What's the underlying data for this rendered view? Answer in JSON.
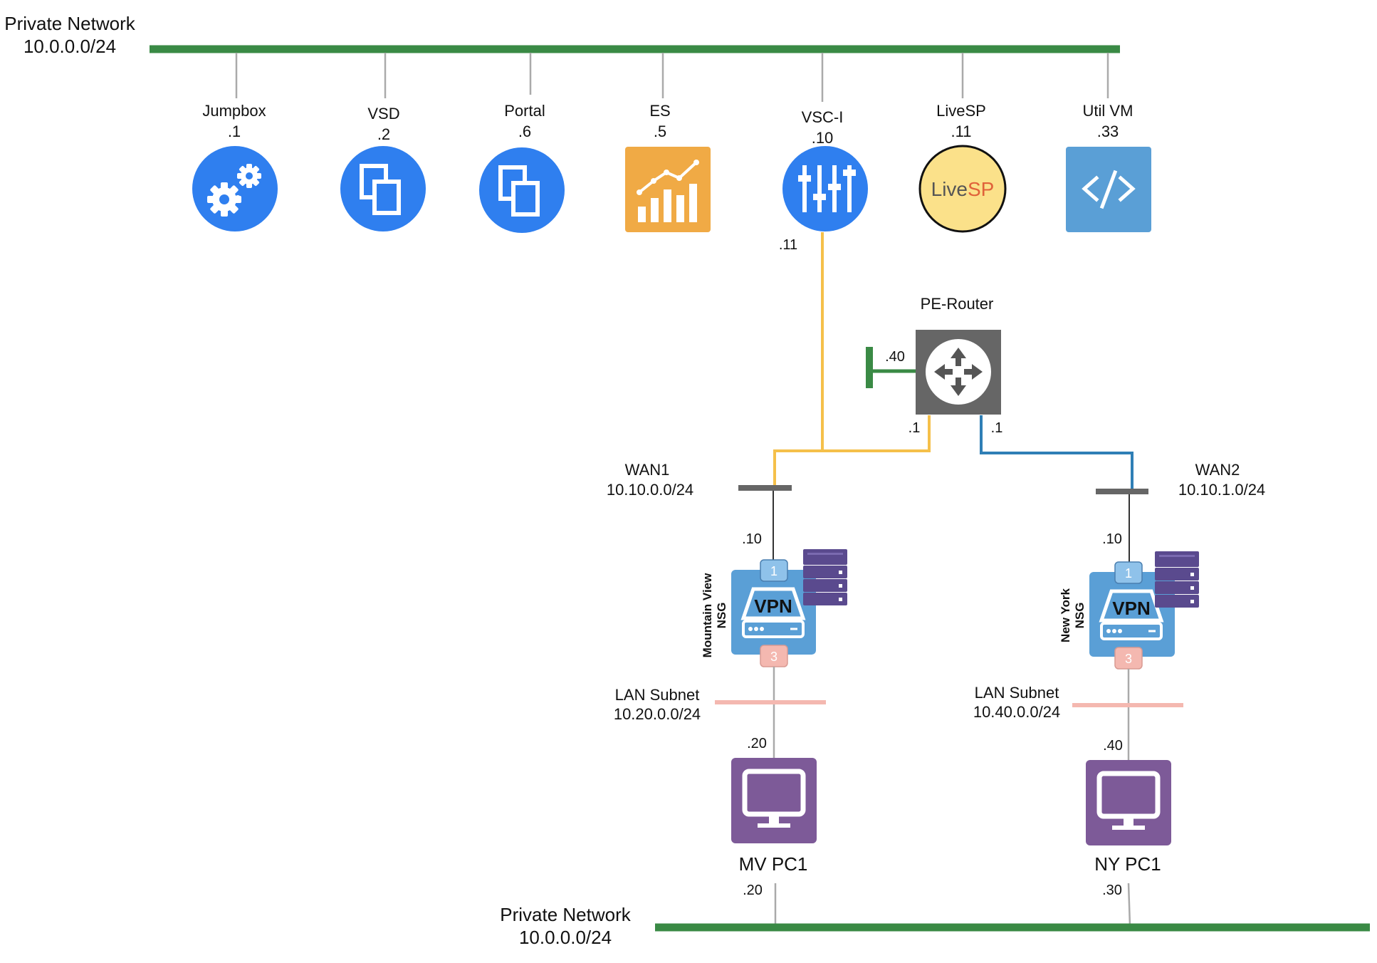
{
  "colors": {
    "private_network": "#3a8a45",
    "vsc_link": "#f5c04a",
    "wan2_link": "#2f7fb6",
    "lan_subnet": "#f4b8b0",
    "wan_bar": "#666666",
    "node_blue": "#2f7fef",
    "es_orange": "#f0aa45",
    "livesp_yellow": "#fbe18a",
    "util_blue": "#5a9fd6",
    "router_gray": "#666666",
    "nsg_blue": "#5a9fd6",
    "server_purple": "#5a4a8e",
    "pc_purple": "#7d5a98"
  },
  "top_network": {
    "name": "Private Network",
    "cidr": "10.0.0.0/24"
  },
  "bottom_network": {
    "name": "Private Network",
    "cidr": "10.0.0.0/24"
  },
  "nodes": [
    {
      "name": "Jumpbox",
      "ip": ".1",
      "icon": "gears-icon"
    },
    {
      "name": "VSD",
      "ip": ".2",
      "icon": "copy-icon"
    },
    {
      "name": "Portal",
      "ip": ".6",
      "icon": "copy-icon"
    },
    {
      "name": "ES",
      "ip": ".5",
      "icon": "bar-chart-icon"
    },
    {
      "name": "VSC-I",
      "ip": ".10",
      "icon": "sliders-icon"
    },
    {
      "name": "LiveSP",
      "ip": ".11",
      "icon": "livesp-logo"
    },
    {
      "name": "Util VM",
      "ip": ".33",
      "icon": "code-icon"
    }
  ],
  "livesp_logo": {
    "part1": "Live",
    "part2": "SP"
  },
  "vsc_lower_ip": ".11",
  "router": {
    "name": "PE-Router",
    "mgmt_ip": ".40",
    "wan1_ip": ".1",
    "wan2_ip": ".1",
    "icon": "router-arrows-icon"
  },
  "wan1": {
    "name": "WAN1",
    "cidr": "10.10.0.0/24"
  },
  "wan2": {
    "name": "WAN2",
    "cidr": "10.10.1.0/24"
  },
  "nsg_mv": {
    "line1": "Mountain View",
    "line2": "NSG",
    "wan_ip": ".10",
    "port1": "1",
    "port3": "3",
    "vpn": "VPN",
    "icon": "vpn-gateway-icon"
  },
  "nsg_ny": {
    "line1": "New York",
    "line2": "NSG",
    "wan_ip": ".10",
    "port1": "1",
    "port3": "3",
    "vpn": "VPN",
    "icon": "vpn-gateway-icon"
  },
  "lan_mv": {
    "name": "LAN Subnet",
    "cidr": "10.20.0.0/24"
  },
  "lan_ny": {
    "name": "LAN Subnet",
    "cidr": "10.40.0.0/24"
  },
  "pc_mv": {
    "name": "MV PC1",
    "lan_ip": ".20",
    "priv_ip": ".20",
    "icon": "monitor-icon"
  },
  "pc_ny": {
    "name": "NY PC1",
    "lan_ip": ".40",
    "priv_ip": ".30",
    "icon": "monitor-icon"
  }
}
